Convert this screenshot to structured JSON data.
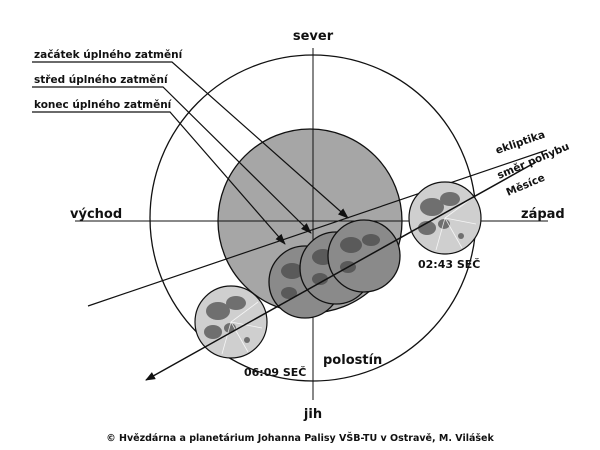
{
  "directions": {
    "north": "sever",
    "south": "jih",
    "east": "východ",
    "west": "západ"
  },
  "labels": {
    "ecliptic": "ekliptika",
    "motion_line1": "směr pohybu",
    "motion_line2": "Měsíce",
    "penumbra": "polostín"
  },
  "phases": {
    "start": "začátek úplného zatmění",
    "middle": "střed úplného zatmění",
    "end": "konec úplného zatmění"
  },
  "times": {
    "entry": "02:43 SEČ",
    "exit": "06:09 SEČ"
  },
  "credit": "© Hvězdárna a planetárium Johanna Palisy VŠB-TU v Ostravě, M. Vilášek",
  "colors": {
    "umbra": "#a6a6a6",
    "moon": "#c9c9c9",
    "moon_shadowed": "#8a8a8a",
    "line": "#111111"
  }
}
